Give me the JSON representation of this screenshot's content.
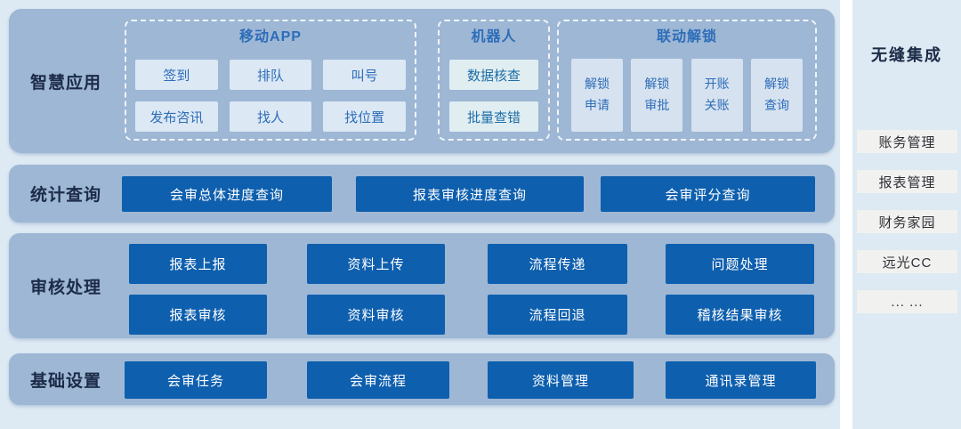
{
  "palette": {
    "page_bg": "#dde9f3",
    "panel_bg": "#9db7d5",
    "dark_button_bg": "#0e5fae",
    "dark_button_text": "#ffffff",
    "light_button_bg": "#dce8f4",
    "robot_button_bg": "#e0eef2",
    "unlock_button_bg": "#d6e2ef",
    "blue_text": "#2e6db8",
    "navy_text": "#1c2b47",
    "white_button_bg": "#f1f2ef",
    "divider": "#ffffff"
  },
  "smart_apps": {
    "label": "智慧应用",
    "groups": [
      {
        "title": "移动APP",
        "buttons": [
          "签到",
          "排队",
          "叫号",
          "发布咨讯",
          "找人",
          "找位置"
        ]
      },
      {
        "title": "机器人",
        "buttons": [
          "数据核查",
          "批量查错"
        ]
      },
      {
        "title": "联动解锁",
        "buttons": [
          "解锁申请",
          "解锁审批",
          "开账关账",
          "解锁查询"
        ]
      }
    ]
  },
  "stats_query": {
    "label": "统计查询",
    "buttons": [
      "会审总体进度查询",
      "报表审核进度查询",
      "会审评分查询"
    ]
  },
  "audit_process": {
    "label": "审核处理",
    "rows": [
      [
        "报表上报",
        "资料上传",
        "流程传递",
        "问题处理"
      ],
      [
        "报表审核",
        "资料审核",
        "流程回退",
        "稽核结果审核"
      ]
    ]
  },
  "basic_settings": {
    "label": "基础设置",
    "buttons": [
      "会审任务",
      "会审流程",
      "资料管理",
      "通讯录管理"
    ]
  },
  "integration": {
    "title": "无缝集成",
    "items": [
      "账务管理",
      "报表管理",
      "财务家园",
      "远光CC",
      "... ..."
    ]
  }
}
